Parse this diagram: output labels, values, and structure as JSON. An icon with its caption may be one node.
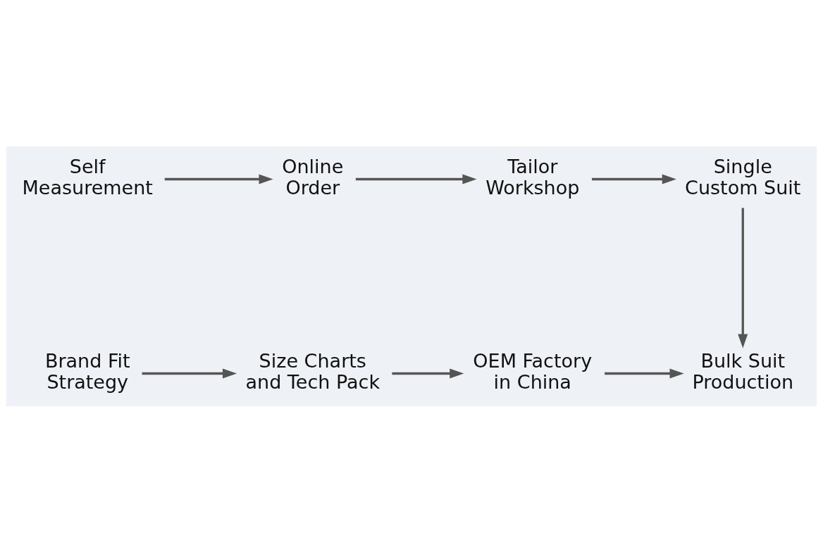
{
  "diagram": {
    "nodes": [
      {
        "text": [
          "Self Measurement"
        ]
      },
      {
        "text": [
          "Online Order"
        ]
      },
      {
        "text": [
          "Tailor Workshop"
        ]
      },
      {
        "text": [
          "Single Custom Suit"
        ]
      },
      {
        "text": [
          "Brand Fit Strategy"
        ]
      },
      {
        "text": [
          "Size Charts and Tech Pack"
        ]
      },
      {
        "text": [
          "OEM Factory in China"
        ]
      },
      {
        "text": [
          "Bulk Suit Production"
        ]
      }
    ],
    "edges": [
      {
        "from": 0,
        "to": 1,
        "arrow": "to"
      },
      {
        "from": 1,
        "to": 2,
        "arrow": "to"
      },
      {
        "from": 2,
        "to": 3,
        "arrow": "to"
      },
      {
        "from": 3,
        "to": 7,
        "arrow": "to"
      },
      {
        "from": 4,
        "to": 5,
        "arrow": "to"
      },
      {
        "from": 5,
        "to": 6,
        "arrow": "to"
      },
      {
        "from": 6,
        "to": 7,
        "arrow": "to"
      }
    ]
  }
}
